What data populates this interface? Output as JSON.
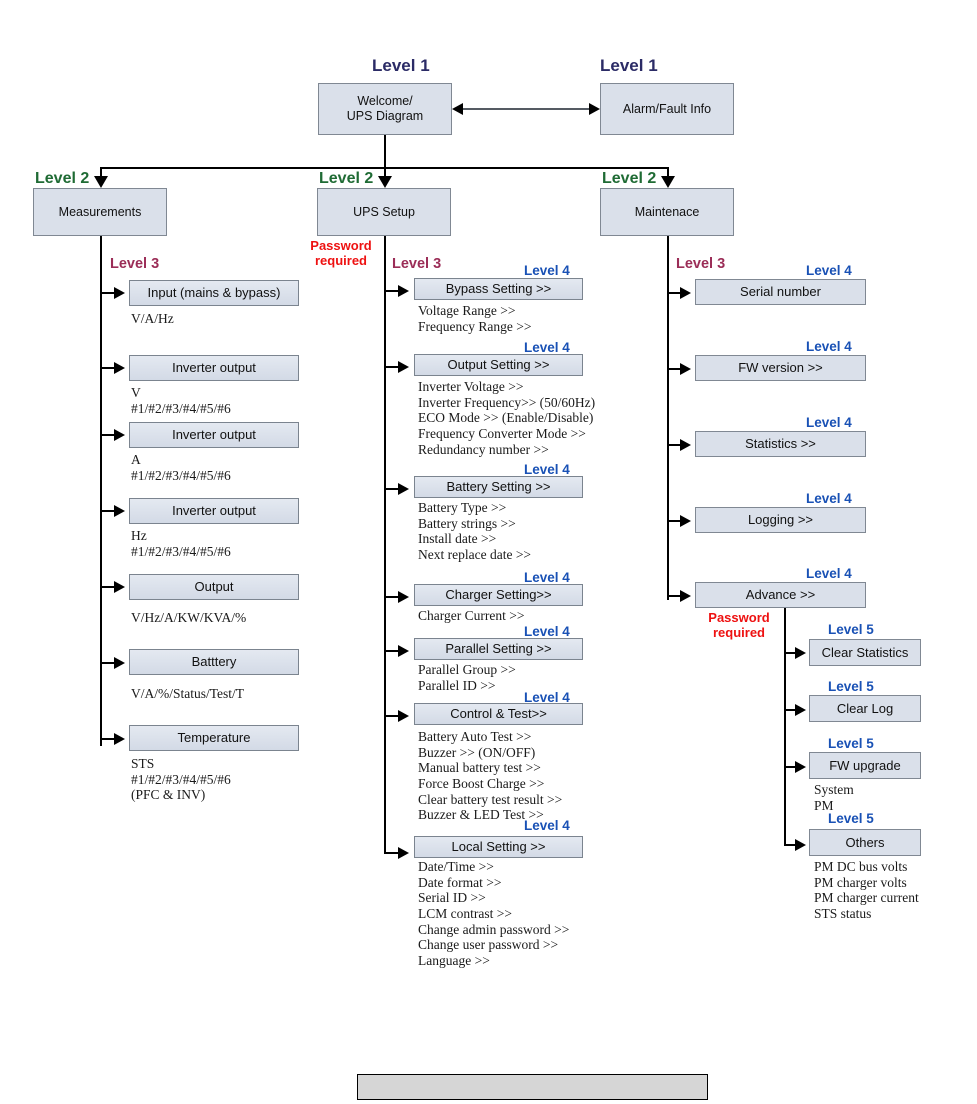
{
  "diagram": {
    "title": "UPS LCD Menu Tree",
    "colors": {
      "box_fill": "#dae0ea",
      "box_border": "#808893",
      "level1": "#2b2b66",
      "level2": "#1f6b34",
      "level3": "#9b2d57",
      "level4": "#1951b5",
      "level5": "#1951b5",
      "password": "#ee1111",
      "footer_bar": "#d6d6d6"
    }
  },
  "labels": {
    "level1": "Level 1",
    "level2": "Level 2",
    "level3": "Level 3",
    "level4": "Level 4",
    "level5": "Level 5",
    "password_required": "Password\nrequired"
  },
  "level1": {
    "welcome": "Welcome/\nUPS Diagram",
    "alarm": "Alarm/Fault Info"
  },
  "level2": {
    "measurements": "Measurements",
    "ups_setup": "UPS Setup",
    "maintenance": "Maintenace"
  },
  "measurements_branch": [
    {
      "box": "Input (mains & bypass)",
      "details": "V/A/Hz"
    },
    {
      "box": "Inverter output",
      "details": "V\n#1/#2/#3/#4/#5/#6"
    },
    {
      "box": "Inverter output",
      "details": "A\n#1/#2/#3/#4/#5/#6"
    },
    {
      "box": "Inverter output",
      "details": "Hz\n#1/#2/#3/#4/#5/#6"
    },
    {
      "box": "Output",
      "details": "V/Hz/A/KW/KVA/%"
    },
    {
      "box": "Batttery",
      "details": "V/A/%/Status/Test/T"
    },
    {
      "box": "Temperature",
      "details": "STS\n#1/#2/#3/#4/#5/#6\n(PFC & INV)"
    }
  ],
  "ups_setup_branch": [
    {
      "box": "Bypass Setting >>",
      "details": "Voltage Range  >>\nFrequency Range  >>"
    },
    {
      "box": "Output Setting >>",
      "details": "Inverter Voltage >>\nInverter Frequency>> (50/60Hz)\nECO Mode  >> (Enable/Disable)\nFrequency Converter Mode >>\nRedundancy number  >>"
    },
    {
      "box": "Battery Setting >>",
      "details": "Battery Type  >>\nBattery strings  >>\nInstall date  >>\nNext replace date >>"
    },
    {
      "box": "Charger Setting>>",
      "details": "Charger Current >>"
    },
    {
      "box": "Parallel  Setting >>",
      "details": "Parallel Group >>\nParallel ID >>"
    },
    {
      "box": "Control & Test>>",
      "details": "Battery Auto Test >>\nBuzzer  >> (ON/OFF)\nManual battery test  >>\nForce Boost Charge  >>\nClear battery test result >>\nBuzzer & LED Test >>"
    },
    {
      "box": "Local Setting >>",
      "details": "Date/Time  >>\nDate format >>\nSerial ID >>\nLCM contrast  >>\nChange admin password  >>\nChange user password >>\nLanguage  >>"
    }
  ],
  "maintenance_branch": [
    {
      "box": "Serial number",
      "details": ""
    },
    {
      "box": "FW version >>",
      "details": ""
    },
    {
      "box": "Statistics  >>",
      "details": ""
    },
    {
      "box": "Logging >>",
      "details": ""
    },
    {
      "box": "Advance >>",
      "details": ""
    }
  ],
  "advance_branch": [
    {
      "box": "Clear Statistics",
      "details": ""
    },
    {
      "box": "Clear Log",
      "details": ""
    },
    {
      "box": "FW upgrade",
      "details": "System\nPM"
    },
    {
      "box": "Others",
      "details": "PM DC bus volts\nPM charger volts\nPM charger current\nSTS status"
    }
  ],
  "footer": {
    "text": ""
  }
}
